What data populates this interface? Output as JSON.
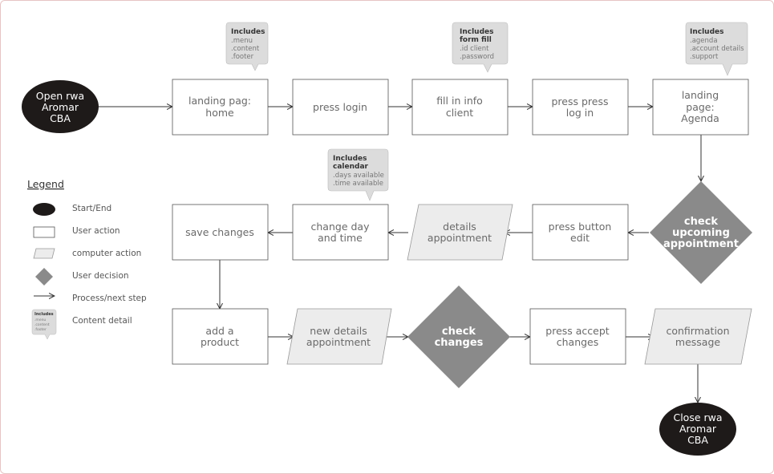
{
  "colors": {
    "terminal": "#1e1a19",
    "decision": "#8a8a8a",
    "computer": "#ececec",
    "callout": "#dcdcdc",
    "line": "#333333"
  },
  "terminals": {
    "start": [
      "Open rwa",
      "Aromar",
      "CBA"
    ],
    "end": [
      "Close rwa",
      "Aromar",
      "CBA"
    ]
  },
  "row1": {
    "landing_home": [
      "landing pag:",
      "home"
    ],
    "press_login": [
      "press login"
    ],
    "fill_info": [
      "fill in info",
      "client"
    ],
    "press_login2": [
      "press press",
      "log in"
    ],
    "landing_agenda": [
      "landing",
      "page:",
      "Agenda"
    ]
  },
  "row2": {
    "check_upcoming": [
      "check",
      "upcoming",
      "appointment"
    ],
    "press_edit": [
      "press button",
      "edit"
    ],
    "details_appointment": [
      "details",
      "appointment"
    ],
    "change_day": [
      "change day",
      "and time"
    ],
    "save_changes": [
      "save changes"
    ]
  },
  "row3": {
    "add_product": [
      "add a",
      "product"
    ],
    "new_details": [
      "new details",
      "appointment"
    ],
    "check_changes": [
      "check",
      "changes"
    ],
    "press_accept": [
      "press accept",
      "changes"
    ],
    "confirmation": [
      "confirmation",
      "message"
    ]
  },
  "callouts": {
    "home": {
      "title": "Includes",
      "items": [
        ".menu",
        ".content",
        ".footer"
      ]
    },
    "form": {
      "title": "Includes",
      "subtitle": "form fill",
      "items": [
        ".id client",
        ".password"
      ]
    },
    "agenda": {
      "title": "Includes",
      "items": [
        ".agenda",
        ".account details",
        ".support"
      ]
    },
    "calendar": {
      "title": "Includes",
      "subtitle": "calendar",
      "items": [
        ".days available",
        ".time available"
      ]
    }
  },
  "legend": {
    "title": "Legend",
    "items": [
      "Start/End",
      "User action",
      "computer action",
      "User decision",
      "Process/next step",
      "Content detail"
    ],
    "mini_callout": {
      "title": "Includes",
      "items": [
        ".menu",
        ".content",
        ".footer"
      ]
    }
  }
}
